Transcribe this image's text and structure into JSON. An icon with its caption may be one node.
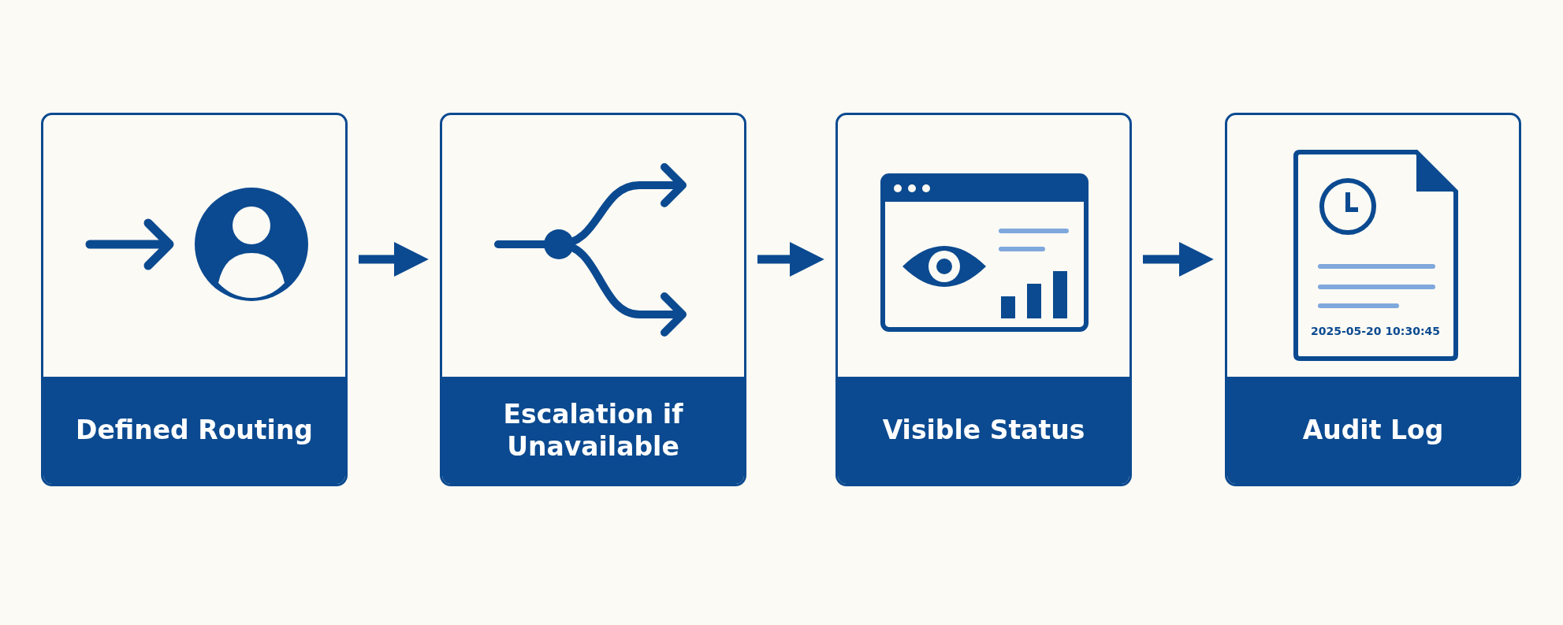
{
  "diagram": {
    "nodes": [
      {
        "text": [
          "Defined Routing"
        ]
      },
      {
        "text": [
          "Escalation if Unavailable"
        ]
      },
      {
        "text": [
          "Visible Status"
        ]
      },
      {
        "text": [
          "2025-05-20 10:30:45",
          "Audit Log"
        ]
      }
    ],
    "edges": [
      {
        "from": 0,
        "to": 1,
        "arrow": "to"
      },
      {
        "from": 1,
        "to": 2,
        "arrow": "to"
      },
      {
        "from": 2,
        "to": 3,
        "arrow": "to"
      }
    ]
  }
}
